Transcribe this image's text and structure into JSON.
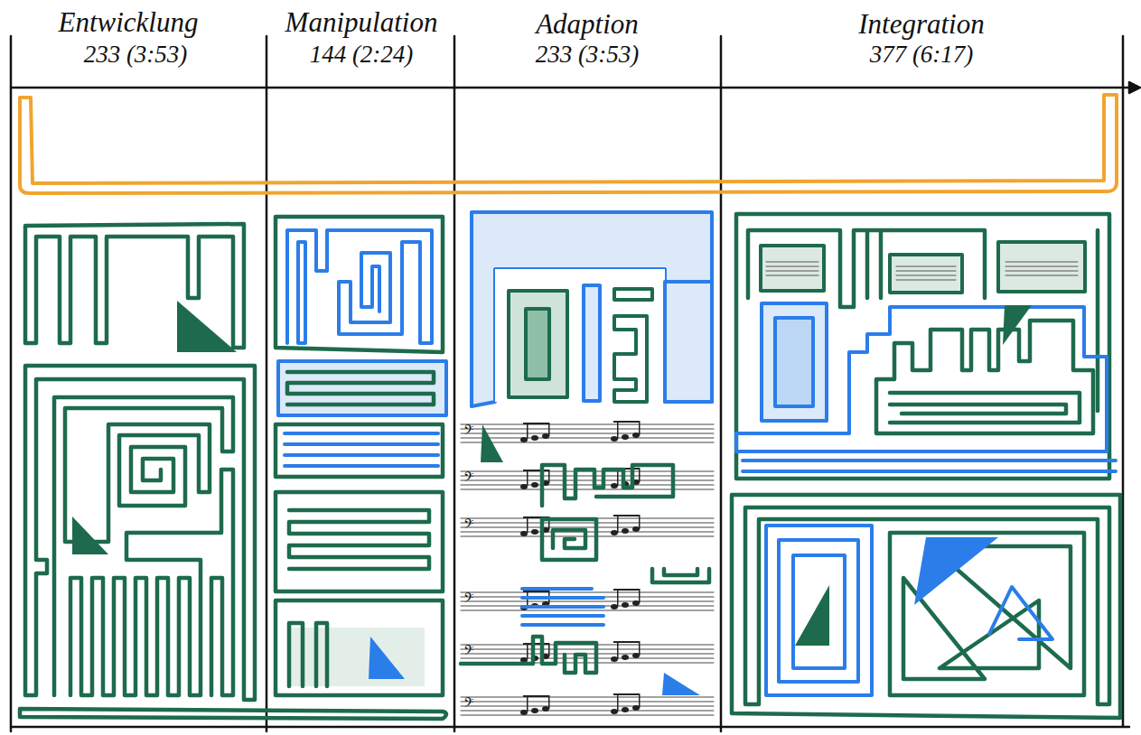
{
  "diagram": {
    "labels": [
      "Entwicklung",
      "233 (3:53)",
      "Manipulation",
      "144 (2:24)",
      "Adaption",
      "233 (3:53)",
      "Integration",
      "377 (6:17)"
    ]
  }
}
